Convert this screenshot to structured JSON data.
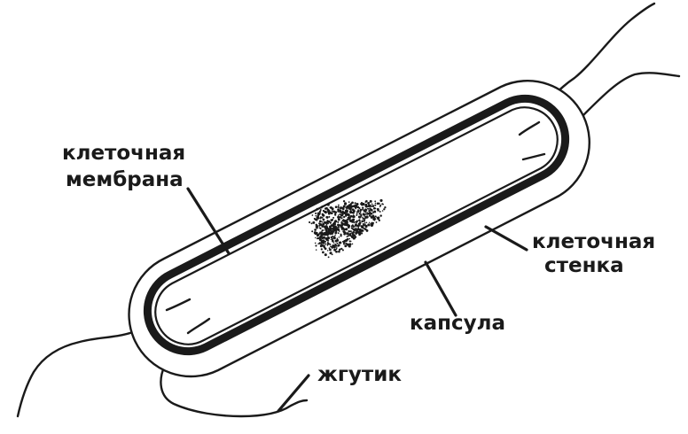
{
  "diagram": {
    "labels": {
      "membrane_line1": "клеточная",
      "membrane_line2": "мембрана",
      "wall_line1": "клеточная",
      "wall_line2": "стенка",
      "capsule": "капсула",
      "flagellum": "жгутик"
    }
  }
}
